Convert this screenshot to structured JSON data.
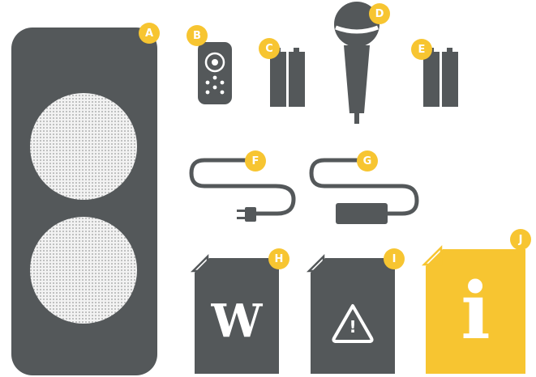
{
  "colors": {
    "dark": "#54585a",
    "accent": "#f7c531",
    "light": "#ffffff",
    "grille": "#e6e6e6"
  },
  "items": [
    {
      "key": "A",
      "label": "A",
      "icon": "speaker-icon"
    },
    {
      "key": "B",
      "label": "B",
      "icon": "remote-control-icon"
    },
    {
      "key": "C",
      "label": "C",
      "icon": "battery-pair-icon"
    },
    {
      "key": "D",
      "label": "D",
      "icon": "microphone-icon"
    },
    {
      "key": "E",
      "label": "E",
      "icon": "battery-pair-icon"
    },
    {
      "key": "F",
      "label": "F",
      "icon": "power-cord-icon"
    },
    {
      "key": "G",
      "label": "G",
      "icon": "power-adapter-icon"
    },
    {
      "key": "H",
      "label": "H",
      "icon": "wikipedia-document-icon"
    },
    {
      "key": "I",
      "label": "I",
      "icon": "warning-document-icon"
    },
    {
      "key": "J",
      "label": "J",
      "icon": "info-document-icon"
    }
  ],
  "documents": {
    "wiki_letter": "W",
    "info_letter": "i",
    "warning_mark": "!"
  }
}
